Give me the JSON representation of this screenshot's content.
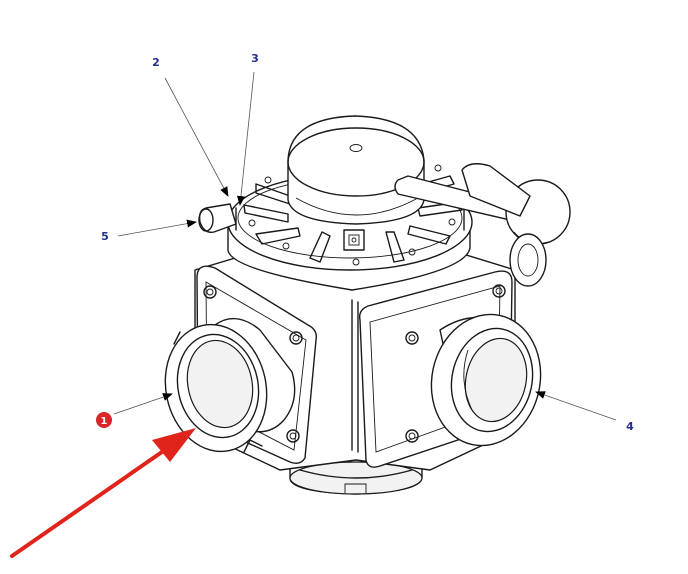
{
  "diagram": {
    "colors": {
      "line": "#1a1a1a",
      "callout_text": "#1f2f8f",
      "badge_fill": "#d9252a",
      "badge_text": "#ffffff",
      "pointer_arrow": "#e0241b"
    },
    "callouts": [
      {
        "id": "1",
        "label": "1",
        "style": "badge"
      },
      {
        "id": "2",
        "label": "2",
        "style": "text"
      },
      {
        "id": "3",
        "label": "3",
        "style": "text"
      },
      {
        "id": "4",
        "label": "4",
        "style": "text"
      },
      {
        "id": "5",
        "label": "5",
        "style": "text"
      }
    ]
  }
}
